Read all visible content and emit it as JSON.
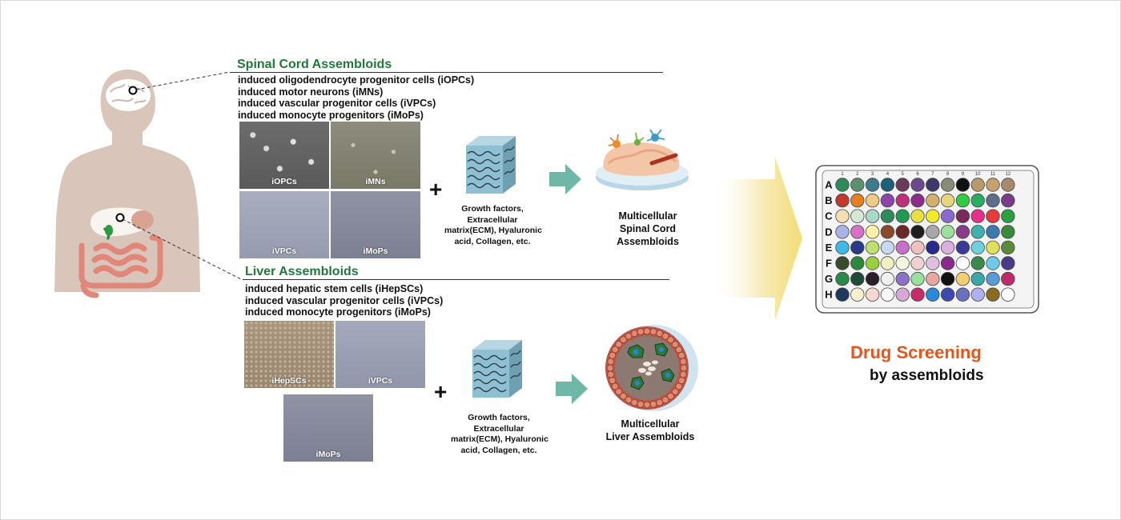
{
  "spinal": {
    "title": "Spinal Cord Assembloids",
    "cells": [
      "induced oligodendrocyte progenitor cells (iOPCs)",
      "induced motor neurons (iMNs)",
      "induced vascular progenitor cells (iVPCs)",
      "induced monocyte progenitors (iMoPs)"
    ],
    "images": [
      "iOPCs",
      "iMNs",
      "iVPCs",
      "iMoPs"
    ],
    "factors": [
      "Growth factors,",
      "Extracellular",
      "matrix(ECM), Hyaluronic",
      "acid, Collagen, etc."
    ],
    "result": [
      "Multicellular",
      "Spinal Cord",
      "Assembloids"
    ]
  },
  "liver": {
    "title": "Liver Assembloids",
    "cells": [
      "induced hepatic stem cells (iHepSCs)",
      "induced vascular progenitor cells (iVPCs)",
      "induced monocyte progenitors (iMoPs)"
    ],
    "images": [
      "iHepSCs",
      "iVPCs",
      "iMoPs"
    ],
    "factors": [
      "Growth factors,",
      "Extracellular",
      "matrix(ECM), Hyaluronic",
      "acid, Collagen, etc."
    ],
    "result": [
      "Multicellular",
      "Liver Assembloids"
    ]
  },
  "plus_sign": "+",
  "plate": {
    "rows": [
      "A",
      "B",
      "C",
      "D",
      "E",
      "F",
      "G",
      "H"
    ],
    "cols": [
      "1",
      "2",
      "3",
      "4",
      "5",
      "6",
      "7",
      "8",
      "9",
      "10",
      "11",
      "12"
    ]
  },
  "drug": {
    "title": "Drug Screening",
    "subtitle": "by assembloids"
  },
  "colors": {
    "section_title": "#1f7a3a",
    "drug_title": "#e4571b",
    "body_silhouette": "#d9c5b9",
    "arrow_teal": "#6fb8a7",
    "big_arrow": "#f5e49a"
  },
  "icons": [
    "human-body-icon",
    "brain-icon",
    "liver-icon",
    "intestine-icon",
    "ecm-cube-icon",
    "spinal-assembloid-icon",
    "liver-assembloid-icon",
    "well-plate-icon"
  ]
}
